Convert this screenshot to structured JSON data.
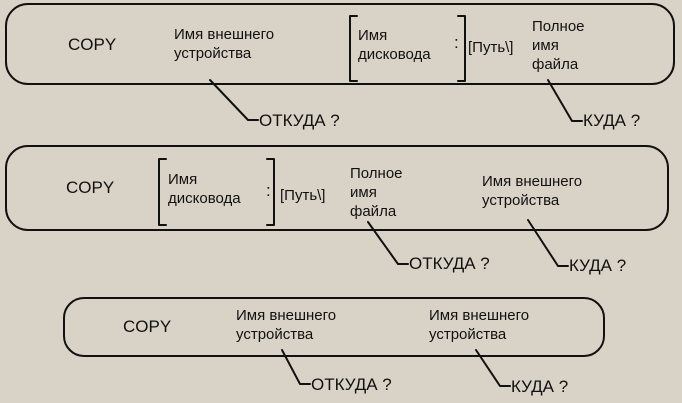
{
  "diagram_1": {
    "command": "COPY",
    "source_device": "Имя внешнего\nустройства",
    "drive_name": "Имя\nдисковода",
    "colon": ":",
    "path": "[Путь\\]",
    "full_file_name": "Полное\nимя\nфайла",
    "from_label": "ОТКУДА ?",
    "to_label": "КУДА ?"
  },
  "diagram_2": {
    "command": "COPY",
    "drive_name": "Имя\nдисковода",
    "colon": ":",
    "path": "[Путь\\]",
    "full_file_name": "Полное\nимя\nфайла",
    "target_device": "Имя внешнего\nустройства",
    "from_label": "ОТКУДА ?",
    "to_label": "КУДА ?"
  },
  "diagram_3": {
    "command": "COPY",
    "source_device": "Имя внешнего\nустройства",
    "target_device": "Имя внешнего\nустройства",
    "from_label": "ОТКУДА ?",
    "to_label": "КУДА ?"
  }
}
